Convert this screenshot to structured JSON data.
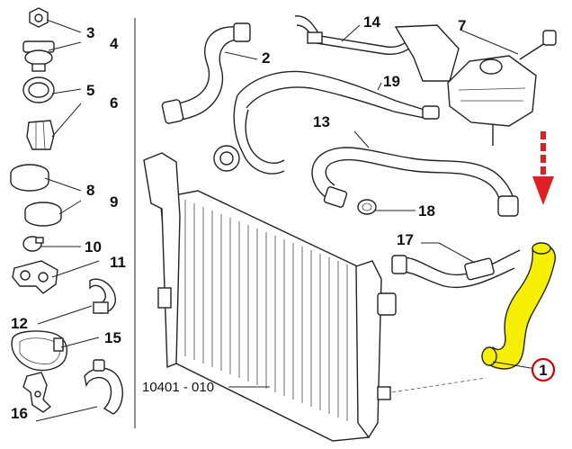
{
  "diagram": {
    "part_numbers": [
      "3",
      "4",
      "5",
      "6",
      "8",
      "9",
      "10",
      "11",
      "12",
      "15",
      "16",
      "2",
      "14",
      "7",
      "13",
      "18",
      "19",
      "17",
      "1"
    ],
    "highlighted_part": "1",
    "reference_code": "10401 - 010",
    "colors": {
      "highlight_fill": "#f6f000",
      "highlight_circle": "#d40000",
      "arrow": "#e02020",
      "line": "#222222"
    }
  }
}
